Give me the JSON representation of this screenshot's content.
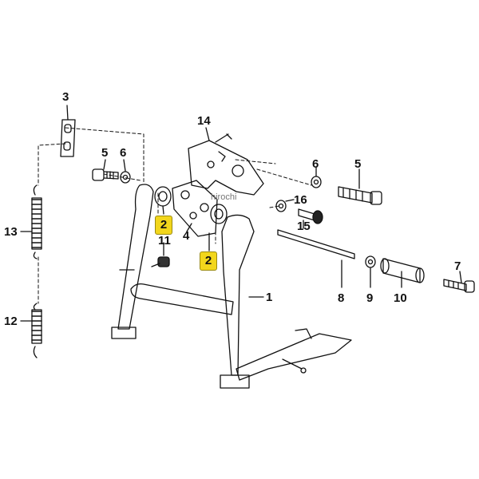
{
  "diagram": {
    "callouts": {
      "p1": "1",
      "p2a": "2",
      "p2b": "2",
      "p3": "3",
      "p4": "4",
      "p5a": "5",
      "p5b": "5",
      "p6a": "6",
      "p6b": "6",
      "p7": "7",
      "p8": "8",
      "p9": "9",
      "p10": "10",
      "p11": "11",
      "p12": "12",
      "p13": "13",
      "p14": "14",
      "p15": "15",
      "p16": "16"
    },
    "highlighted_parts": [
      "2"
    ],
    "highlight_color": "#f2d61c",
    "watermark": "hirochi"
  }
}
